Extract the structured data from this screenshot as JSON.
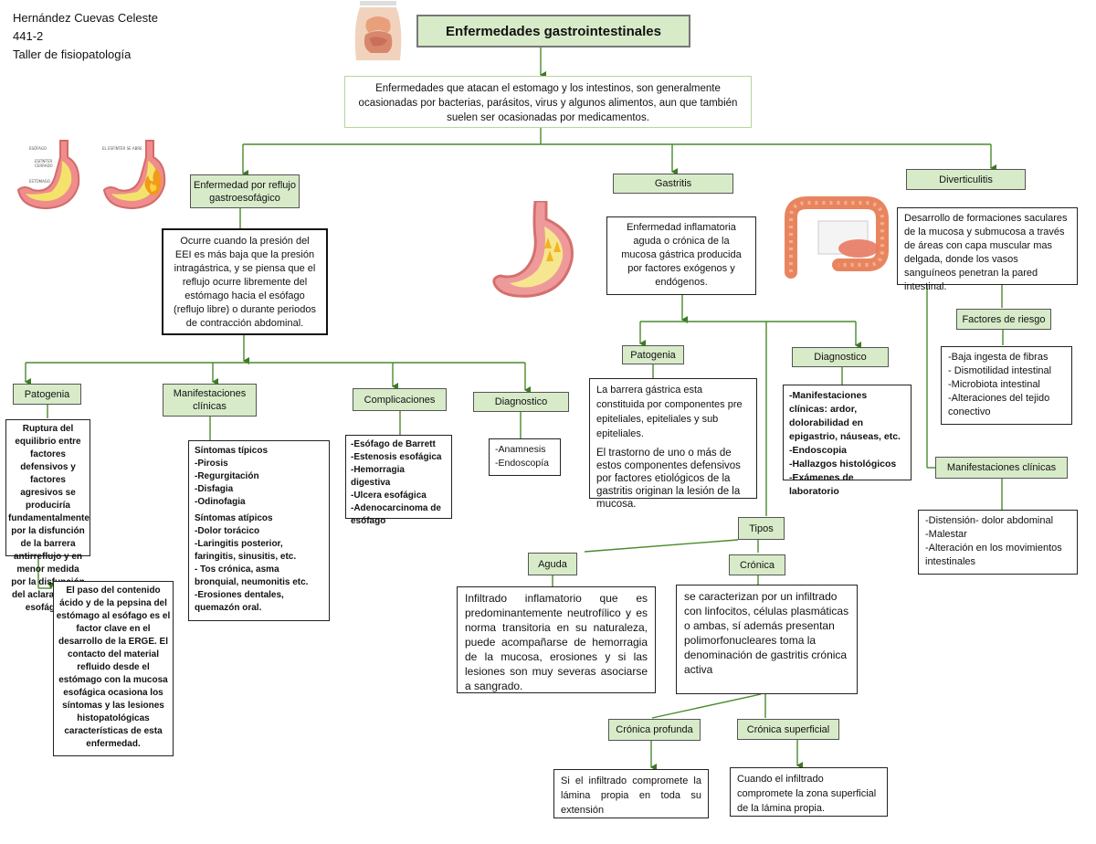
{
  "author": {
    "name": "Hernández Cuevas Celeste",
    "group": "441-2",
    "course": "Taller de fisiopatología"
  },
  "title": "Enfermedades gastrointestinales",
  "intro": "Enfermedades que atacan el estomago y los intestinos, son generalmente ocasionadas por bacterias, parásitos, virus y algunos alimentos, aun que también suelen ser ocasionadas por medicamentos.",
  "illustrations": [
    "torso-illustration",
    "reflux-stomach-illustration",
    "reflux-stomach-fire-illustration",
    "gastritis-stomach-illustration",
    "colon-illustration"
  ],
  "erge": {
    "label": "Enfermedad por reflujo gastroesofágico",
    "definition": "Ocurre cuando la presión del EEI es más baja que la presión intragástrica, y se piensa que el reflujo ocurre libremente del estómago hacia el esófago (reflujo libre) o durante periodos de contracción abdominal.",
    "patogenia": {
      "label": "Patogenia",
      "text1": "Ruptura del equilibrio entre factores defensivos y factores agresivos se produciría fundamentalmente por la disfunción de la barrera antirreflujo y en menor medida por la disfunción del aclaramiento esofágico.",
      "text2": "El paso del contenido ácido y de la pepsina del estómago al esófago es el factor clave en el desarrollo de la ERGE. El contacto del material refluido desde el estómago con la mucosa esofágica ocasiona los síntomas y las lesiones histopatológicas características de esta enfermedad."
    },
    "manifestaciones": {
      "label": "Manifestaciones clínicas",
      "tipicos": "Síntomas típicos\n-Pirosis\n-Regurgitación\n-Disfagia\n-Odinofagia",
      "atipicos": "Síntomas atípicos\n-Dolor torácico\n-Laringitis posterior, faringitis, sinusitis, etc.\n- Tos crónica, asma bronquial, neumonitis etc.\n-Erosiones dentales, quemazón oral."
    },
    "complicaciones": {
      "label": "Complicaciones",
      "text": "-Esófago de Barrett\n-Estenosis esofágica\n-Hemorragia digestiva\n-Ulcera esofágica\n-Adenocarcinoma de esófago"
    },
    "diagnostico": {
      "label": "Diagnostico",
      "text": "-Anamnesis\n-Endoscopía"
    }
  },
  "gastritis": {
    "label": "Gastritis",
    "definition": "Enfermedad inflamatoria aguda o crónica de la mucosa gástrica producida por factores exógenos y endógenos.",
    "patogenia": {
      "label": "Patogenia",
      "text1": "La barrera gástrica esta constituida por componentes pre epiteliales, epiteliales y sub epiteliales.",
      "text2": "El trastorno de uno o más de estos componentes defensivos por factores etiológicos de la gastritis originan la lesión de la mucosa."
    },
    "diagnostico": {
      "label": "Diagnostico",
      "text": "-Manifestaciones clínicas: ardor, dolorabilidad en epigastrio, náuseas, etc.\n-Endoscopia\n-Hallazgos histológicos\n-Exámenes de laboratorio"
    },
    "tipos": {
      "label": "Tipos",
      "aguda": {
        "label": "Aguda",
        "text": "Infiltrado inflamatorio que es predominantemente neutrofílico y es norma transitoria en su naturaleza, puede acompañarse de hemorragia de la mucosa, erosiones y si las lesiones son muy severas asociarse a sangrado."
      },
      "cronica": {
        "label": "Crónica",
        "text": "se caracterizan por un infiltrado con linfocitos, células plasmáticas o ambas, sí además presentan polimorfonucleares toma la denominación de gastritis crónica activa",
        "profunda": {
          "label": "Crónica profunda",
          "text": "Si el infiltrado compromete la lámina propia en toda su extensión"
        },
        "superficial": {
          "label": "Crónica superficial",
          "text": "Cuando el infiltrado compromete la zona superficial de la lámina propia."
        }
      }
    }
  },
  "diverticulitis": {
    "label": "Diverticulitis",
    "definition": "Desarrollo de formaciones saculares de la mucosa y submucosa a través de áreas con capa muscular mas delgada, donde los vasos sanguíneos penetran la pared intestinal.",
    "riesgo": {
      "label": "Factores de riesgo",
      "text": "-Baja ingesta de fibras\n- Dismotilidad intestinal\n-Microbiota intestinal\n-Alteraciones del tejido conectivo"
    },
    "manifestaciones": {
      "label": "Manifestaciones clínicas",
      "text": "-Distensión- dolor abdominal\n-Malestar\n-Alteración en los movimientos intestinales"
    }
  }
}
